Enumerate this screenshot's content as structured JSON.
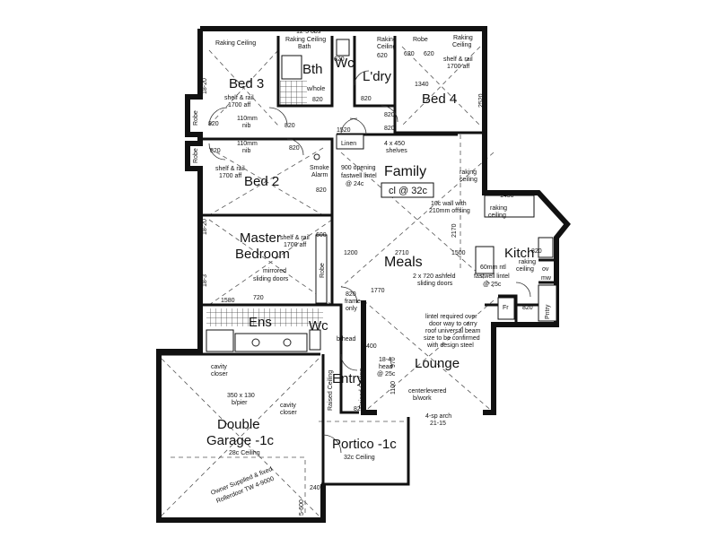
{
  "rooms": {
    "bed3": "Bed 3",
    "bed4": "Bed 4",
    "bed2": "Bed 2",
    "bath": "Bth",
    "wc_top": "Wc",
    "laundry": "L'dry",
    "family": "Family",
    "family_ceiling": "cl @ 32c",
    "master_line1": "Master",
    "master_line2": "Bedroom",
    "meals": "Meals",
    "kitchen": "Kitch",
    "ensuite": "Ens",
    "wc_ens": "Wc",
    "lounge": "Lounge",
    "entry": "Entry",
    "garage_line1": "Double",
    "garage_line2": "Garage -1c",
    "portico": "Portico -1c"
  },
  "labels": {
    "dim_top": "12-5 obs",
    "raking_bed3": "Raking Ceiling",
    "raking_bath_1": "Raking Ceiling",
    "raking_bath_2": "Bath",
    "raking_laundry_1": "Raking",
    "raking_laundry_2": "Ceiling",
    "robe_bed4": "Robe",
    "raking_bed4_1": "Raking",
    "raking_bed4_2": "Ceiling",
    "shelf_bed4_1": "shelf & rail",
    "shelf_bed4_2": "1700 aff",
    "shelf_bed3_1": "shelf & rail",
    "shelf_bed3_2": "1700 aff",
    "shelf_bed2_1": "shelf & rail",
    "shelf_bed2_2": "1700 aff",
    "shelf_master_1": "shelf & rail",
    "shelf_master_2": "1700 aff",
    "nib_1": "110mm",
    "nib_2": "nib",
    "nib_3": "110mm",
    "nib_4": "nib",
    "robe_left_1": "Robe",
    "robe_left_2": "Robe",
    "robe_master": "Robe",
    "smoke_1": "Smoke",
    "smoke_2": "Alarm",
    "linen": "Linen",
    "linen_shelves_1": "4 x 450",
    "linen_shelves_2": "shelves",
    "opening_1": "900 opening",
    "opening_2": "fastwell lintel",
    "opening_3": "@ 24c",
    "raking_family_1": "raking",
    "raking_family_2": "ceiling",
    "wall_kitchen_1": "10c wall with",
    "wall_kitchen_2": "210mm offsing",
    "raking_kitch_1": "raking",
    "raking_kitch_2": "ceiling",
    "raking_kitch_3": "raking",
    "raking_kitch_4": "ceiling",
    "opening_kitch_1": "60mm ntl",
    "opening_kitch_2": "fastwell lintel",
    "opening_kitch_3": "@ 25c",
    "ov_1": "ov",
    "ov_2": "mw",
    "pantry": "Pntry",
    "fr": "Fr",
    "sliding_1": "2 x 720 ashfeld",
    "sliding_2": "sliding doors",
    "mirrored_1": "mirrored",
    "mirrored_2": "sliding doors",
    "frame_1": "820",
    "frame_2": "frame",
    "frame_3": "only",
    "bulkhead": "b/head",
    "lintel_1": "lintel required over",
    "lintel_2": "door way to carry",
    "lintel_3": "roof universal beam",
    "lintel_4": "size to be confirmed",
    "lintel_5": "with design steel",
    "head_1": "18-4",
    "head_2": "head",
    "head_3": "@ 25c",
    "cantilever_1": "centerlevered",
    "cantilever_2": "b/work",
    "arch_1": "4-sp arch",
    "arch_2": "21-15",
    "cavity_1": "cavity",
    "cavity_2": "closer",
    "cavity_3": "cavity",
    "cavity_4": "closer",
    "beam_1": "350 x 130",
    "beam_2": "b/pier",
    "garage_ceiling": "28c Ceiling",
    "owner_1": "Owner Supplied & fixed",
    "owner_2": "Rollerdoor TW 4-9000",
    "raised_1": "Raised Ceiling",
    "raised_2": "Raised Ceiling",
    "portico_ceiling": "32c Ceiling",
    "whole": "w/hole",
    "dims": {
      "d620a": "620",
      "d620b": "620",
      "d620c": "620",
      "d620d": "620",
      "d820a": "820",
      "d820b": "820",
      "d820c": "820",
      "d820d": "820",
      "d820e": "820",
      "d820f": "820",
      "d820g": "820",
      "d820h": "820",
      "d820i": "820",
      "d820j": "820",
      "d820k": "820",
      "d820l": "820",
      "d1340": "1340",
      "d1520": "1520",
      "d1200": "1200",
      "d2710": "2710",
      "d1500": "1500",
      "d1770": "1770",
      "d1580": "1580",
      "d720": "720",
      "d600": "600",
      "d400": "400",
      "d970": "970",
      "d1100": "1100",
      "d2170": "2170",
      "d1450": "1450",
      "d240": "240",
      "d5000": "5-600",
      "d1820a": "18-20",
      "d1820b": "18-20",
      "d2520": "2520",
      "d18": "18-3"
    }
  }
}
